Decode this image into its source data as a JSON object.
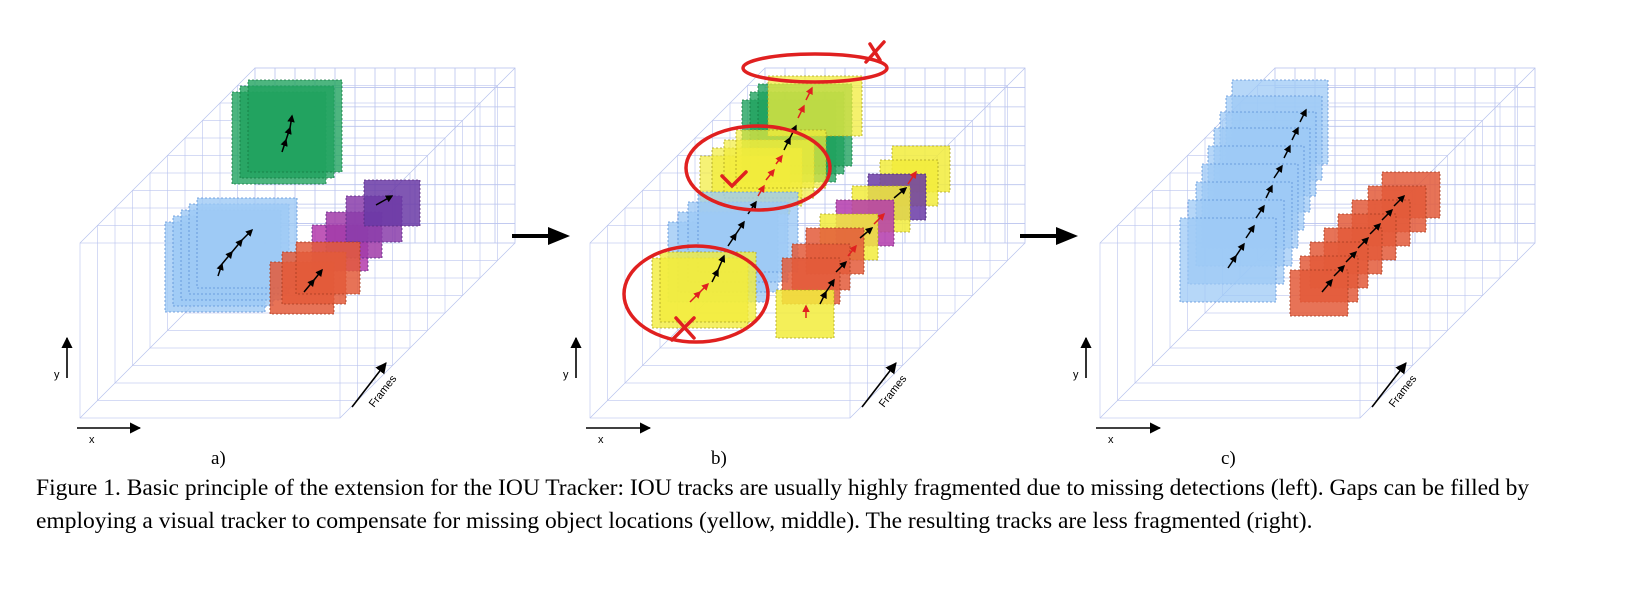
{
  "figure": {
    "panels": [
      {
        "label": "a)",
        "axis_y": "y",
        "axis_x": "x",
        "axis_frames": "Frames"
      },
      {
        "label": "b)",
        "axis_y": "y",
        "axis_x": "x",
        "axis_frames": "Frames"
      },
      {
        "label": "c)",
        "axis_y": "y",
        "axis_x": "x",
        "axis_frames": "Frames"
      }
    ],
    "colors": {
      "green": "#21a35f",
      "blue": "#9ec9f5",
      "purple": "#7b3fa8",
      "magenta": "#b43bab",
      "orange": "#e35b3a",
      "yellow": "#f2ec3c",
      "red_mark": "#e02020",
      "grid": "#b9c3ee"
    }
  },
  "caption": {
    "title": "Figure 1.",
    "text": "Basic principle of the extension for the IOU Tracker: IOU tracks are usually highly fragmented due to missing detections (left). Gaps can be filled by employing a visual tracker to compensate for missing object locations (yellow, middle). The resulting tracks are less fragmented (right)."
  }
}
